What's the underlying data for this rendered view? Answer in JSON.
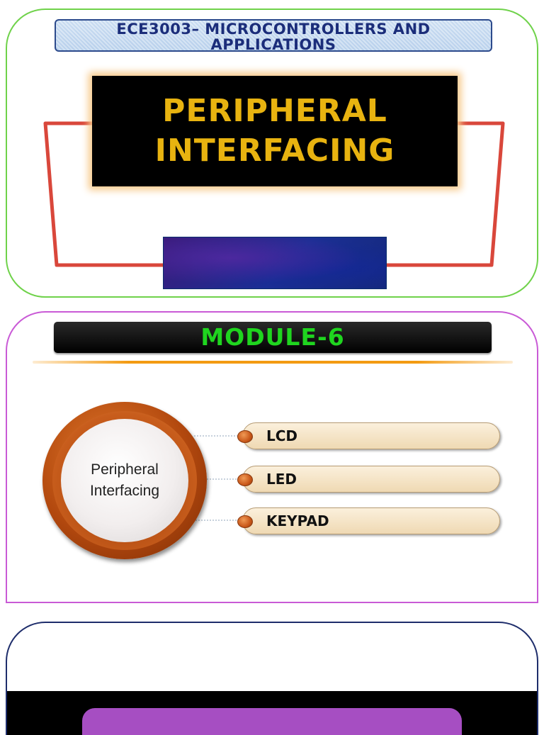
{
  "slide1": {
    "course_title": "ECE3003– MICROCONTROLLERS AND APPLICATIONS",
    "main_title_line1": "PERIPHERAL",
    "main_title_line2": "INTERFACING"
  },
  "slide2": {
    "module_label": "MODULE-6",
    "hub_label_line1": "Peripheral",
    "hub_label_line2": "Interfacing",
    "items": [
      {
        "label": "LCD"
      },
      {
        "label": "LED"
      },
      {
        "label": "KEYPAD"
      }
    ]
  },
  "colors": {
    "slide1_border": "#6fd24a",
    "slide2_border": "#c95ad6",
    "slide3_border": "#1e2d6b",
    "title_gold": "#e8b310",
    "module_green": "#1fd51f",
    "connector_red": "#d9473b",
    "accent_purple": "#a64ec2"
  }
}
